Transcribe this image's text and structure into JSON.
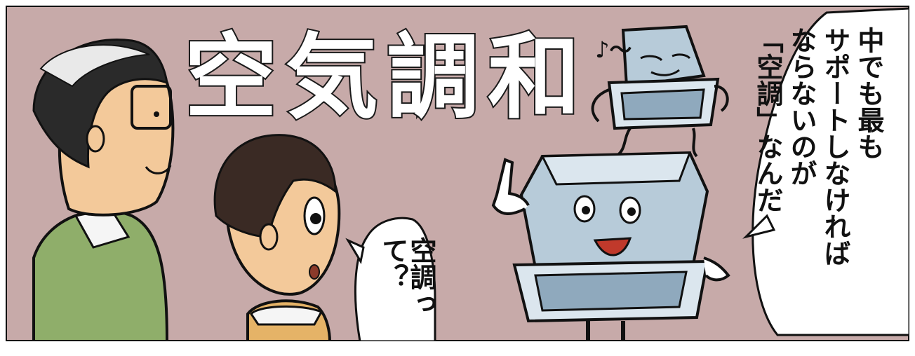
{
  "title": {
    "chars": [
      "空",
      "気",
      "調",
      "和"
    ]
  },
  "speech_main": {
    "lines": [
      "中でも最も",
      "サポートしなければ",
      "ならないのが",
      "「空調」なんだ"
    ]
  },
  "speech_boy": {
    "text": "空調って？"
  },
  "music_note": "♪～",
  "colors": {
    "background": "#c7aaa9",
    "panel_border": "#111111",
    "bubble": "#ffffff",
    "man_shirt": "#8fae6a",
    "boy_shirt": "#e5b367",
    "mascot": "#b7cbd9",
    "skin": "#f3c99a"
  }
}
